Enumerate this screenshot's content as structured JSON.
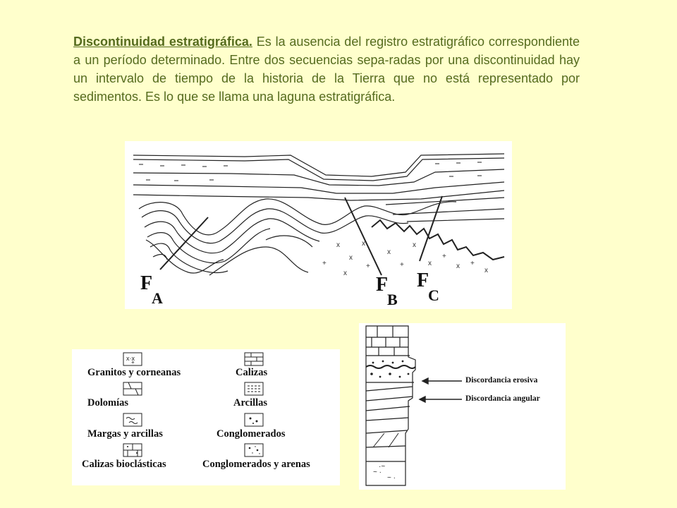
{
  "text": {
    "heading": "Discontinuidad estratigráfica.",
    "body": " Es la ausencia del registro estratigráfico correspondiente a un período determinado. Entre dos secuencias sepa-radas por una discontinuidad hay un intervalo de tiempo de la historia de la Tierra que no está representado por sedimentos. Es lo que se llama una laguna estratigráfica."
  },
  "cross_section": {
    "faults": [
      {
        "letter": "F",
        "sub": "A"
      },
      {
        "letter": "F",
        "sub": "B"
      },
      {
        "letter": "F",
        "sub": "C"
      }
    ]
  },
  "legend": {
    "left": [
      {
        "label": "Granitos y corneanas",
        "icon": "granite-pattern-icon"
      },
      {
        "label": "Dolomías",
        "icon": "dolomite-pattern-icon"
      },
      {
        "label": "Margas y arcillas",
        "icon": "marl-pattern-icon"
      },
      {
        "label": "Calizas bioclásticas",
        "icon": "bioclastic-limestone-pattern-icon"
      }
    ],
    "right": [
      {
        "label": "Calizas",
        "icon": "limestone-pattern-icon"
      },
      {
        "label": "Arcillas",
        "icon": "clay-pattern-icon"
      },
      {
        "label": "Conglomerados",
        "icon": "conglomerate-pattern-icon"
      },
      {
        "label": "Conglomerados y arenas",
        "icon": "conglomerate-sand-pattern-icon"
      }
    ]
  },
  "column": {
    "labels": [
      "Discordancia erosiva",
      "Discordancia angular"
    ]
  }
}
